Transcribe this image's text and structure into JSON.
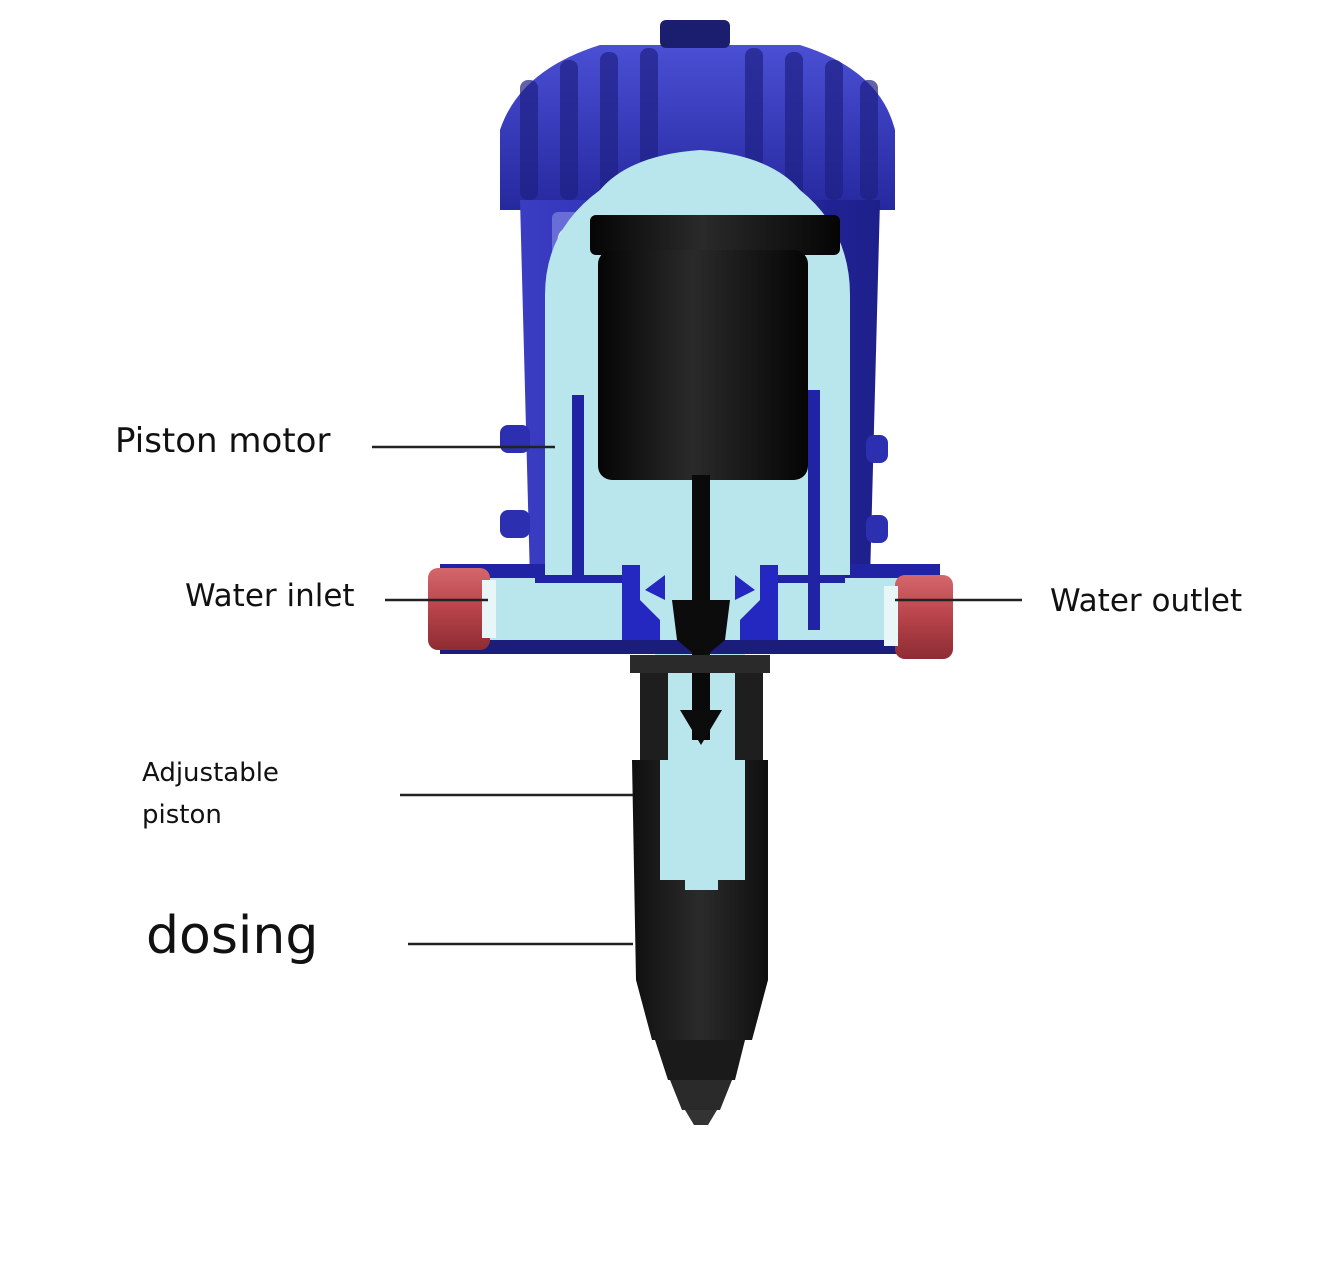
{
  "labels": {
    "piston_motor": "Piston motor",
    "water_inlet": "Water inlet",
    "water_outlet": "Water outlet",
    "adjustable_piston_line1": "Adjustable",
    "adjustable_piston_line2": "piston",
    "dosing": "dosing"
  },
  "colors": {
    "housing_blue": "#2c2fb0",
    "housing_blue_dark": "#1a1c7a",
    "water_cutaway": "#b9e6ec",
    "piston_black": "#0c0c0c",
    "cap_red": "#c24a4f",
    "dosing_body": "#1b1b1b",
    "leader_line": "#222222"
  },
  "icons": {
    "logo": "pump-brand-logo-icon"
  }
}
